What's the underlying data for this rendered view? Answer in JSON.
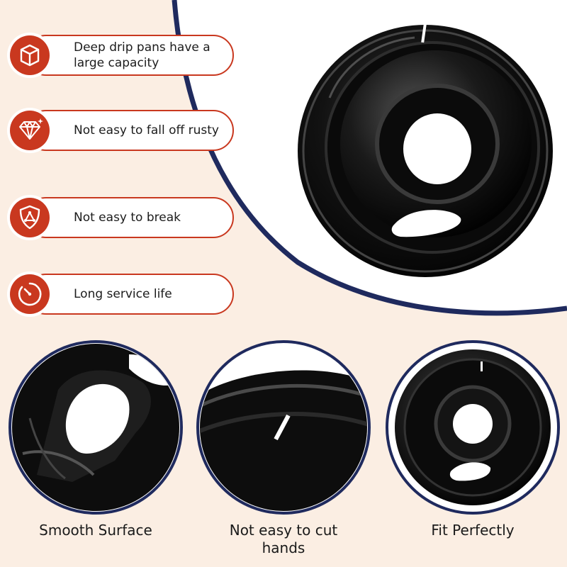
{
  "colors": {
    "accent_red": "#c9381f",
    "navy": "#1f2a5e",
    "cream_bg": "#fbeee3",
    "pan_black": "#0d0d0d"
  },
  "features": [
    {
      "icon": "box-icon",
      "text": "Deep drip pans have a large capacity"
    },
    {
      "icon": "diamond-icon",
      "text": "Not easy to fall off rusty"
    },
    {
      "icon": "shield-icon",
      "text": "Not easy to break"
    },
    {
      "icon": "timer-icon",
      "text": "Long service life"
    }
  ],
  "captions": [
    {
      "text": "Smooth Surface"
    },
    {
      "text": "Not easy to cut hands"
    },
    {
      "text": "Fit Perfectly"
    }
  ]
}
